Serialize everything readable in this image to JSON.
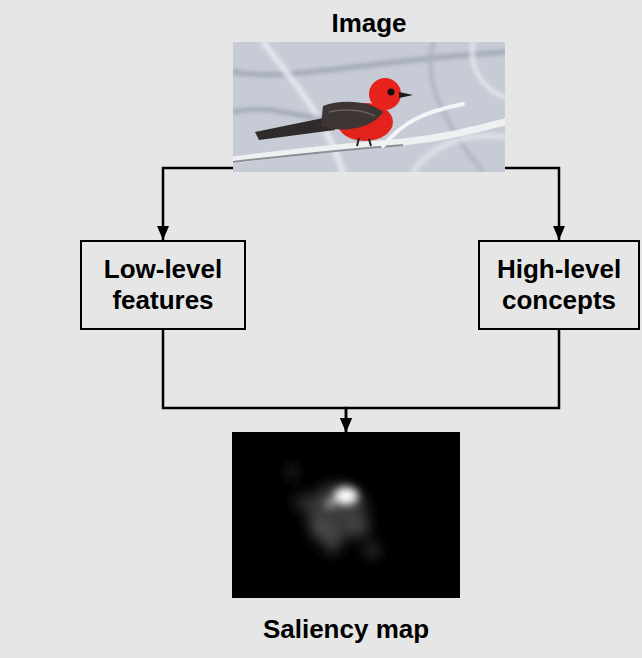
{
  "diagram": {
    "nodes": [
      {
        "text": [
          "Image"
        ]
      },
      {
        "text": [
          "Low-level features"
        ]
      },
      {
        "text": [
          "High-level concepts"
        ]
      },
      {
        "text": [
          "Saliency map"
        ]
      }
    ],
    "edges": [
      {
        "from": 0,
        "to": 1,
        "arrow": "to"
      },
      {
        "from": 0,
        "to": 2,
        "arrow": "to"
      },
      {
        "from": 1,
        "to": 3,
        "arrow": "to"
      },
      {
        "from": 2,
        "to": 3,
        "arrow": "to"
      }
    ]
  }
}
